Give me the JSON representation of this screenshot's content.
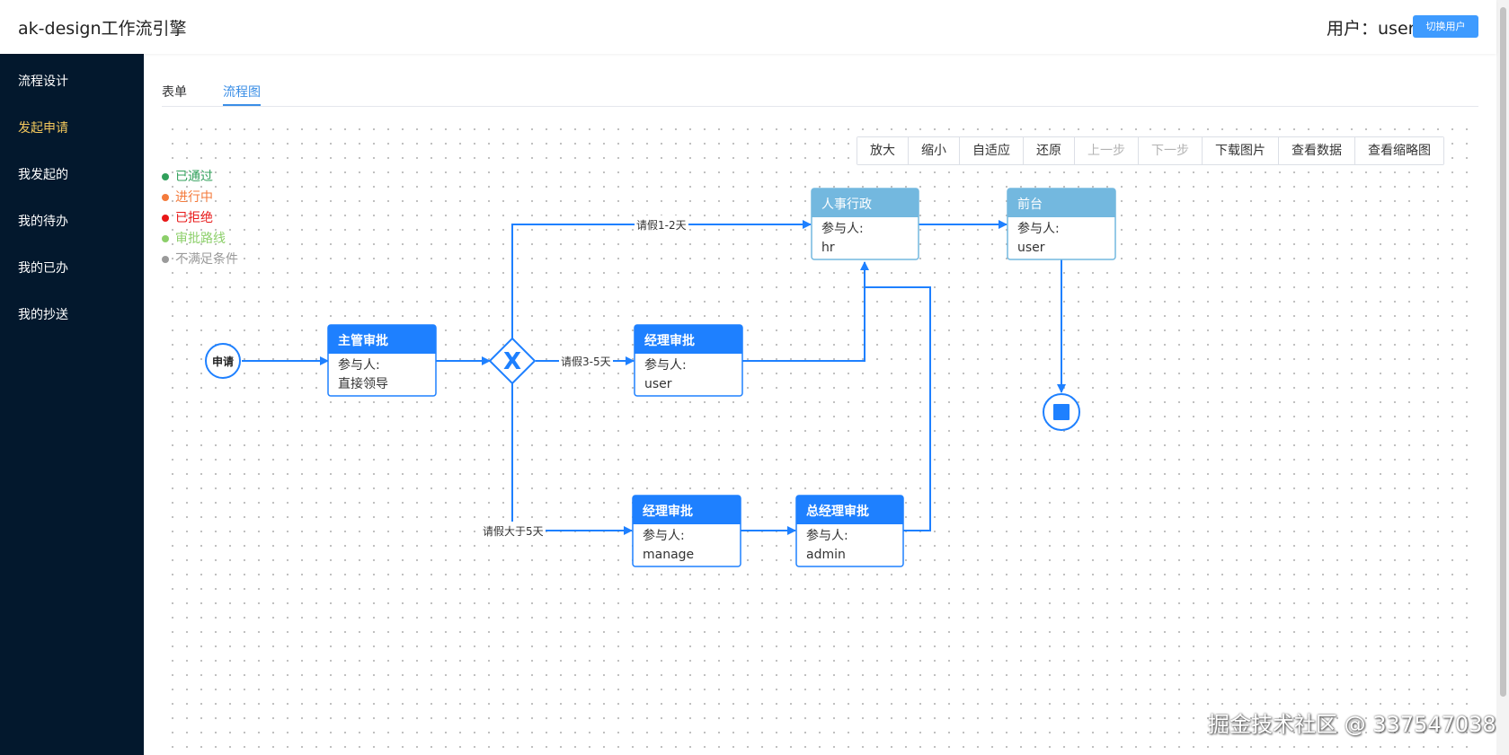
{
  "header": {
    "title": "ak-design工作流引擎",
    "user_label": "用户：user",
    "switch_label": "切换用户"
  },
  "sidebar": {
    "items": [
      {
        "label": "流程设计"
      },
      {
        "label": "发起申请"
      },
      {
        "label": "我发起的"
      },
      {
        "label": "我的待办"
      },
      {
        "label": "我的已办"
      },
      {
        "label": "我的抄送"
      }
    ],
    "active_index": 1
  },
  "tabs": [
    {
      "label": "表单"
    },
    {
      "label": "流程图"
    }
  ],
  "toolbar": {
    "buttons": [
      "放大",
      "缩小",
      "自适应",
      "还原",
      "上一步",
      "下一步",
      "下载图片",
      "查看数据",
      "查看缩略图"
    ]
  },
  "legend": [
    {
      "label": "已通过",
      "color": "#31a05b"
    },
    {
      "label": "进行中",
      "color": "#f47b3c"
    },
    {
      "label": "已拒绝",
      "color": "#e81818"
    },
    {
      "label": "审批路线",
      "color": "#8ccf6a"
    },
    {
      "label": "不满足条件",
      "color": "#9a9a9a"
    }
  ],
  "flow": {
    "start_label": "申请",
    "nodes": [
      {
        "title": "主管审批",
        "participant_label": "参与人:",
        "participant": "直接领导"
      },
      {
        "title": "经理审批",
        "participant_label": "参与人:",
        "participant": "user"
      },
      {
        "title": "人事行政",
        "participant_label": "参与人:",
        "participant": "hr"
      },
      {
        "title": "前台",
        "participant_label": "参与人:",
        "participant": "user"
      },
      {
        "title": "经理审批",
        "participant_label": "参与人:",
        "participant": "manage"
      },
      {
        "title": "总经理审批",
        "participant_label": "参与人:",
        "participant": "admin"
      }
    ],
    "edge_labels": [
      "请假1-2天",
      "请假3-5天",
      "请假大于5天"
    ],
    "gateway_label": "X"
  },
  "colors": {
    "primary": "#1e80ff",
    "light_header": "#73b8df",
    "sidebar_bg": "#03182d",
    "active_menu": "#f2c75c"
  },
  "watermark": "掘金技术社区 @ 337547038"
}
